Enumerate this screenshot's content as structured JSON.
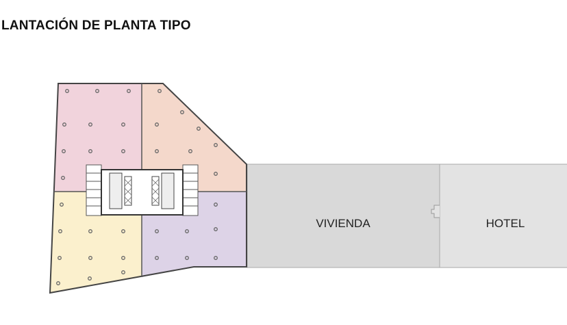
{
  "title": "LANTACIÓN DE PLANTA TIPO",
  "zones": {
    "vivienda": "VIVIENDA",
    "hotel": "HOTEL"
  },
  "colors": {
    "zone_nw": "#f1d3dc",
    "zone_ne": "#f4d8cb",
    "zone_sw": "#fbf0cd",
    "zone_se": "#ddd3e7",
    "vivienda": "#d9d9d9",
    "hotel": "#e3e3e3"
  }
}
